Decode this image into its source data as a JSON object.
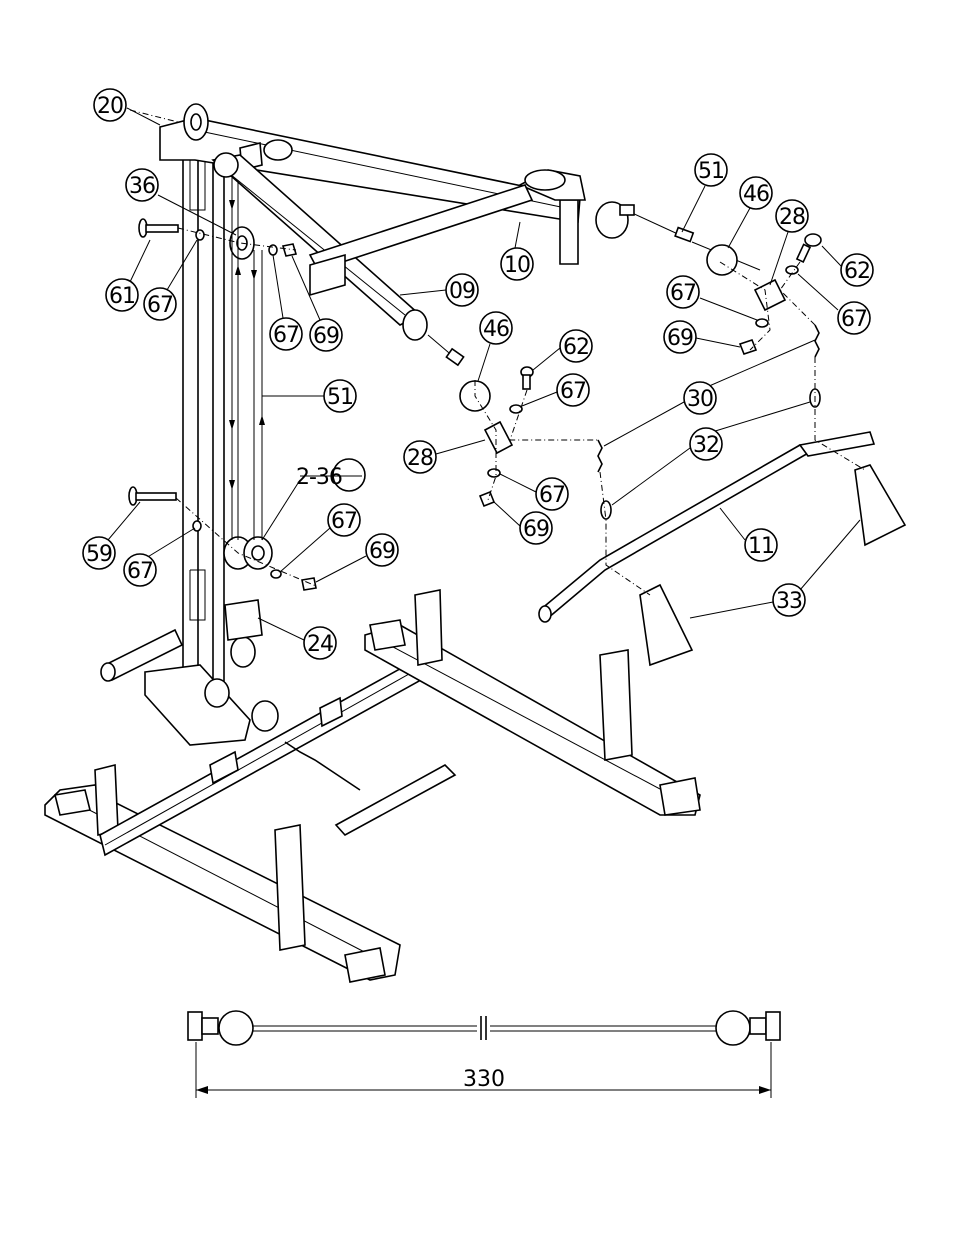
{
  "callouts": [
    {
      "label": "20",
      "part": "top-pulley-bracket"
    },
    {
      "label": "36",
      "part": "upper-pulley"
    },
    {
      "label": "61",
      "part": "pulley-bolt"
    },
    {
      "label": "67",
      "part": "washer-left"
    },
    {
      "label": "67",
      "part": "washer-right"
    },
    {
      "label": "69",
      "part": "nut"
    },
    {
      "label": "09",
      "part": "cable-end"
    },
    {
      "label": "51",
      "part": "cable-vertical"
    },
    {
      "label": "10",
      "part": "lat-arm"
    },
    {
      "label": "51",
      "part": "cable-top-right"
    },
    {
      "label": "46",
      "part": "stopper-ball-right"
    },
    {
      "label": "28",
      "part": "bracket-right"
    },
    {
      "label": "62",
      "part": "bolt-right"
    },
    {
      "label": "67",
      "part": "washer-right-bottom"
    },
    {
      "label": "67",
      "part": "washer-right-top"
    },
    {
      "label": "69",
      "part": "nut-right"
    },
    {
      "label": "46",
      "part": "stopper-ball-middle"
    },
    {
      "label": "62",
      "part": "bolt-middle"
    },
    {
      "label": "67",
      "part": "washer-middle"
    },
    {
      "label": "30",
      "part": "chain"
    },
    {
      "label": "28",
      "part": "bracket-middle"
    },
    {
      "label": "32",
      "part": "snap-link"
    },
    {
      "label": "67",
      "part": "washer-middle-lower"
    },
    {
      "label": "69",
      "part": "nut-middle"
    },
    {
      "label": "2-36",
      "part": "double-pulley"
    },
    {
      "label": "67",
      "part": "washer-lower-pulley"
    },
    {
      "label": "59",
      "part": "long-bolt"
    },
    {
      "label": "67",
      "part": "washer-lower-left"
    },
    {
      "label": "69",
      "part": "nut-lower"
    },
    {
      "label": "11",
      "part": "lat-bar"
    },
    {
      "label": "33",
      "part": "handle"
    },
    {
      "label": "24",
      "part": "pulley-plate"
    }
  ],
  "dimension": {
    "value": "330"
  }
}
